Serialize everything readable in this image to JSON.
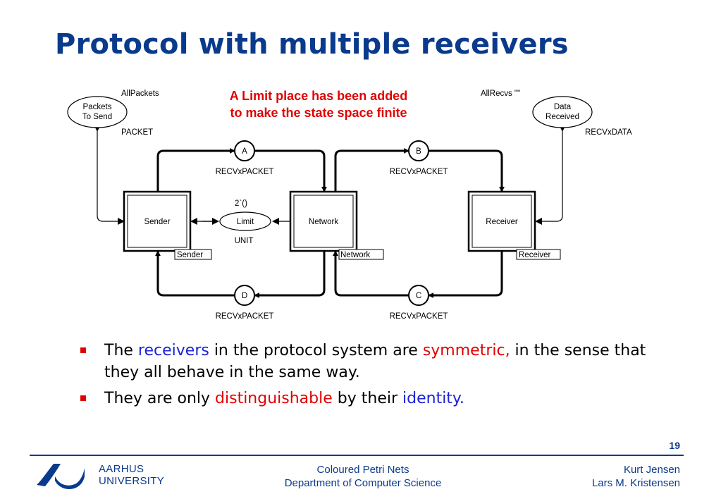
{
  "slide": {
    "title": "Protocol with multiple receivers",
    "annotation": [
      "A Limit place has been added",
      "to make the state space finite"
    ],
    "page_number": "19"
  },
  "diagram": {
    "places": {
      "packets_to_send": {
        "name": [
          "Packets",
          "To Send"
        ],
        "initial_marking": "AllPackets",
        "type": "PACKET"
      },
      "data_received": {
        "name": [
          "Data",
          "Received"
        ],
        "initial_marking": "AllRecvs \"\"",
        "type": "RECVxDATA"
      },
      "a": {
        "name": "A",
        "type": "RECVxPACKET"
      },
      "b": {
        "name": "B",
        "type": "RECVxPACKET"
      },
      "c": {
        "name": "C",
        "type": "RECVxPACKET"
      },
      "d": {
        "name": "D",
        "type": "RECVxPACKET"
      },
      "limit": {
        "name": "Limit",
        "initial_marking": "2`()",
        "type": "UNIT"
      }
    },
    "substitution_transitions": {
      "sender": {
        "name": "Sender",
        "tag": "Sender"
      },
      "network": {
        "name": "Network",
        "tag": "Network"
      },
      "receiver": {
        "name": "Receiver",
        "tag": "Receiver"
      }
    }
  },
  "bullets": [
    {
      "parts": [
        {
          "text": "The ",
          "style": "normal"
        },
        {
          "text": "receivers",
          "style": "blue"
        },
        {
          "text": " in the protocol system are ",
          "style": "normal"
        },
        {
          "text": "symmetric,",
          "style": "red"
        },
        {
          "text": " in the sense that they all behave in the same way.",
          "style": "normal"
        }
      ]
    },
    {
      "parts": [
        {
          "text": "They are only ",
          "style": "normal"
        },
        {
          "text": "distinguishable",
          "style": "red"
        },
        {
          "text": " by their ",
          "style": "normal"
        },
        {
          "text": "identity.",
          "style": "blue"
        }
      ]
    }
  ],
  "footer": {
    "university": [
      "AARHUS",
      "UNIVERSITY"
    ],
    "center": [
      "Coloured Petri Nets",
      "Department of Computer Science"
    ],
    "authors": [
      "Kurt Jensen",
      "Lars M. Kristensen"
    ]
  },
  "colors": {
    "title": "#0a3a8c",
    "accent_red": "#e00000",
    "accent_blue": "#1a22d8"
  }
}
